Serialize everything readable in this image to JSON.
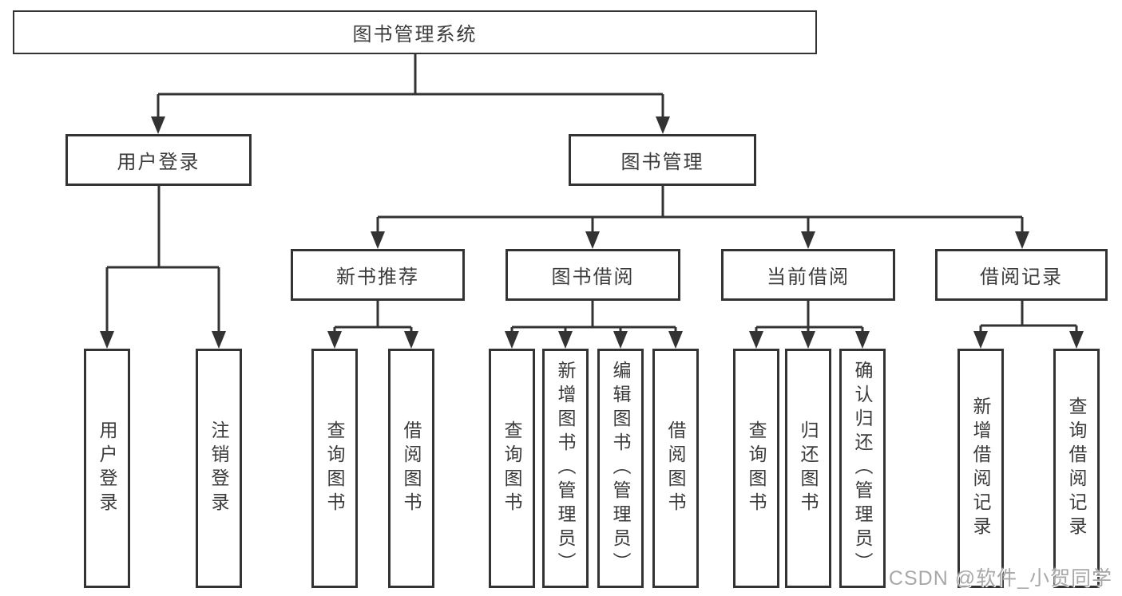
{
  "diagram": {
    "root": {
      "label": "图书管理系统"
    },
    "branches": [
      {
        "label": "用户登录",
        "children": [
          {
            "label": "用户登录"
          },
          {
            "label": "注销登录"
          }
        ]
      },
      {
        "label": "图书管理",
        "children": [
          {
            "label": "新书推荐",
            "children": [
              {
                "label": "查询图书"
              },
              {
                "label": "借阅图书"
              }
            ]
          },
          {
            "label": "图书借阅",
            "children": [
              {
                "label": "查询图书"
              },
              {
                "label": "新增图书（管理员）"
              },
              {
                "label": "编辑图书（管理员）"
              },
              {
                "label": "借阅图书"
              }
            ]
          },
          {
            "label": "当前借阅",
            "children": [
              {
                "label": "查询图书"
              },
              {
                "label": "归还图书"
              },
              {
                "label": "确认归还（管理员）"
              }
            ]
          },
          {
            "label": "借阅记录",
            "children": [
              {
                "label": "新增借阅记录"
              },
              {
                "label": "查询借阅记录"
              }
            ]
          }
        ]
      }
    ]
  },
  "watermark": {
    "text": "CSDN @软件_小贺同学"
  },
  "colors": {
    "line": "#333333",
    "box_border": "#333333",
    "text": "#3b3b3b",
    "watermark": "#a8a8a8",
    "background": "#ffffff"
  }
}
